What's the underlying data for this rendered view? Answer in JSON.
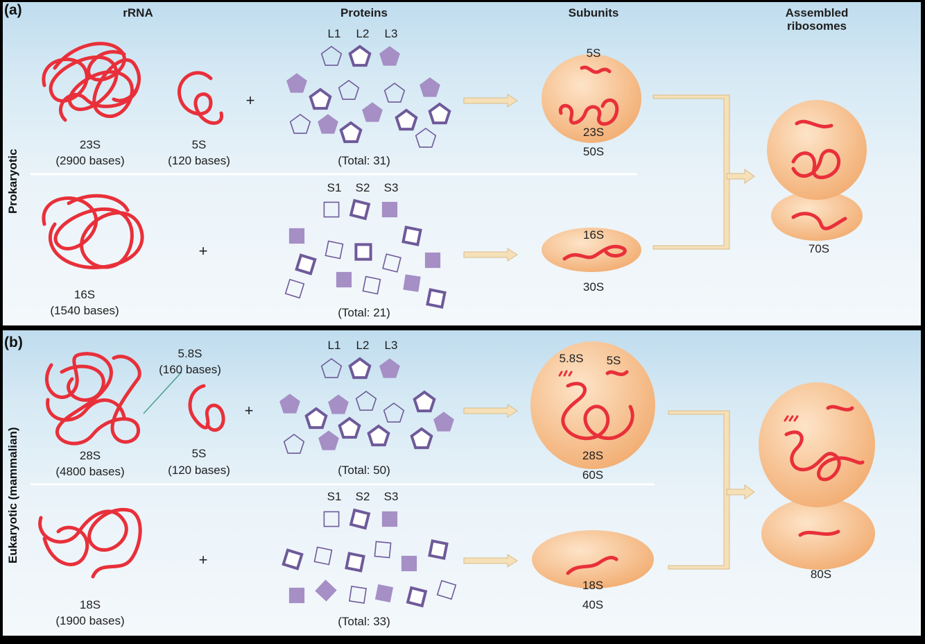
{
  "colors": {
    "rrna": "#e8303a",
    "protein_fill": "#a58fc5",
    "protein_stroke": "#6e5a99",
    "subunit": "#f7c08f",
    "divider": "#ffffff",
    "arrow": "#f2dcb3"
  },
  "headers": {
    "rrna": "rRNA",
    "proteins": "Proteins",
    "subunits": "Subunits",
    "assembled": "Assembled\nribosomes"
  },
  "panel_a": {
    "tag": "(a)",
    "side_label": "Prokaryotic",
    "large": {
      "rrna": [
        {
          "name": "23S",
          "bases": "(2900 bases)"
        },
        {
          "name": "5S",
          "bases": "(120 bases)"
        }
      ],
      "protein_labels": [
        "L1",
        "L2",
        "L3"
      ],
      "protein_total": "(Total: 31)",
      "subunit_rna": [
        "5S",
        "23S"
      ],
      "subunit_name": "50S"
    },
    "small": {
      "rrna": [
        {
          "name": "16S",
          "bases": "(1540 bases)"
        }
      ],
      "protein_labels": [
        "S1",
        "S2",
        "S3"
      ],
      "protein_total": "(Total: 21)",
      "subunit_rna": [
        "16S"
      ],
      "subunit_name": "30S"
    },
    "assembled": "70S"
  },
  "panel_b": {
    "tag": "(b)",
    "side_label": "Eukaryotic (mammalian)",
    "large": {
      "rrna": [
        {
          "name": "28S",
          "bases": "(4800 bases)"
        },
        {
          "name": "5S",
          "bases": "(120 bases)"
        }
      ],
      "extra_rrna": {
        "name": "5.8S",
        "bases": "(160 bases)"
      },
      "protein_labels": [
        "L1",
        "L2",
        "L3"
      ],
      "protein_total": "(Total: 50)",
      "subunit_rna": [
        "5.8S",
        "5S",
        "28S"
      ],
      "subunit_name": "60S"
    },
    "small": {
      "rrna": [
        {
          "name": "18S",
          "bases": "(1900 bases)"
        }
      ],
      "protein_labels": [
        "S1",
        "S2",
        "S3"
      ],
      "protein_total": "(Total: 33)",
      "subunit_rna": [
        "18S"
      ],
      "subunit_name": "40S"
    },
    "assembled": "80S"
  },
  "plus_sign": "+"
}
